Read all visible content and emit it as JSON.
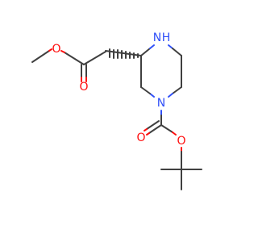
{
  "atoms": {
    "o_ester_methyl": "O",
    "o_ester_carbonyl": "O",
    "nh": "N",
    "nh_h": "H",
    "n_carbamate": "N",
    "o_carbamate_carbonyl": "O",
    "o_carbamate_ether": "O"
  },
  "colors": {
    "bond": "#404040",
    "oxygen": "#ff0d0d",
    "nitrogen": "#3050f8"
  }
}
